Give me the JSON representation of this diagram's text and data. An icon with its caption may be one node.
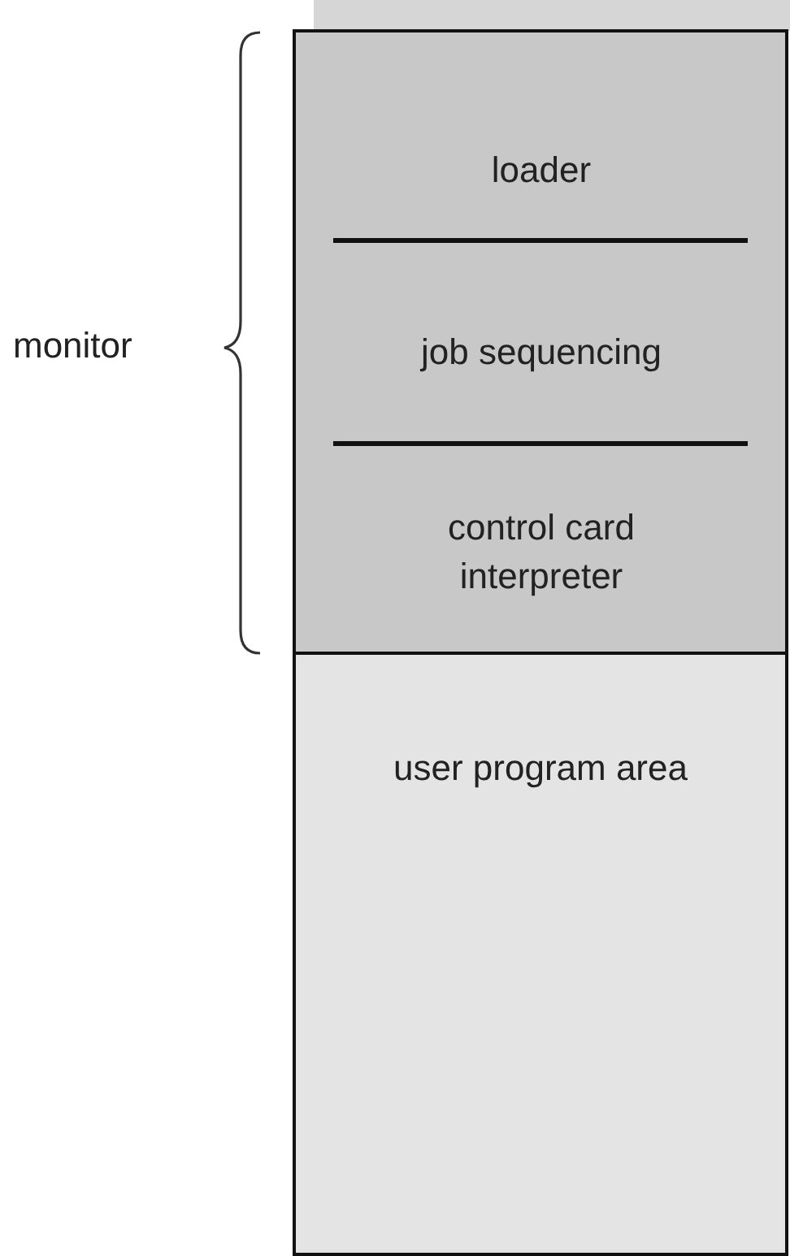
{
  "diagram": {
    "nodes": [
      {
        "text": [],
        "shape": "box"
      },
      {
        "text": [
          "loader"
        ],
        "in": 0
      },
      {
        "text": [
          "job sequencing"
        ],
        "in": 0
      },
      {
        "text": [
          "control card interpreter"
        ],
        "in": 0
      },
      {
        "text": [
          "user program area"
        ]
      }
    ],
    "labels": [
      "monitor"
    ]
  }
}
